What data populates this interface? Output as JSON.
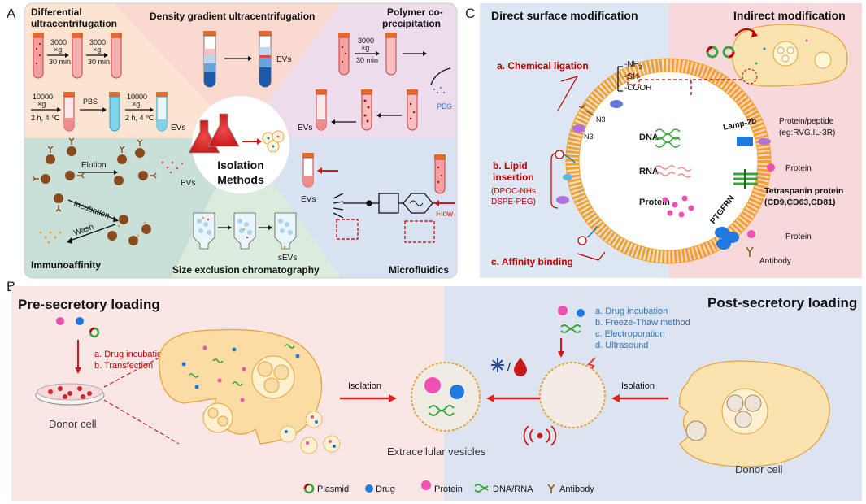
{
  "panel_a": {
    "letter": "A",
    "differential": {
      "title_l1": "Differential",
      "title_l2": "ultracentrifugation",
      "step1_a": "3000",
      "step1_b": "×g",
      "step1_c": "30 min",
      "step2_a": "3000",
      "step2_b": "×g",
      "step2_c": "30 min",
      "step3_a": "10000",
      "step3_b": "×g",
      "step3_c": "2 h, 4 ℃",
      "pbs": "PBS",
      "step4_a": "10000",
      "step4_b": "×g",
      "step4_c": "2 h, 4 ℃",
      "evs": "EVs"
    },
    "density": {
      "title": "Density gradient ultracentrifugation",
      "evs": "EVs"
    },
    "polymer": {
      "title_l1": "Polymer co-",
      "title_l2": "precipitation",
      "step_a": "3000",
      "step_b": "×g",
      "step_c": "30 min",
      "peg": "PEG",
      "evs": "EVs"
    },
    "center": {
      "l1": "Isolation",
      "l2": "Methods"
    },
    "immuno": {
      "title": "Immunoaffinity",
      "elution": "Elution",
      "evs": "EVs",
      "incubation": "Incubation",
      "wash": "Wash"
    },
    "sec": {
      "title": "Size exclusion chromatography",
      "sevs": "sEVs"
    },
    "micro": {
      "title": "Microfluidics",
      "evs": "EVs",
      "flow": "Flow"
    }
  },
  "panel_b": {
    "letter": "B",
    "pre_title": "Pre-secretory loading",
    "post_title": "Post-secretory loading",
    "pre_a": "a. Drug incubation",
    "pre_b": "b. Transfection",
    "donor_left": "Donor cell",
    "donor_right": "Donor cell",
    "isolation_left": "Isolation",
    "isolation_right": "Isolation",
    "ev_label": "Extracellular vesicles",
    "post_a": "a. Drug incubation",
    "post_b": "b. Freeze-Thaw method",
    "post_c": "c. Electroporation",
    "post_d": "d. Ultrasound",
    "legend": [
      {
        "label": "Plasmid",
        "icon": "plasmid-icon"
      },
      {
        "label": "Drug",
        "icon": "drug-icon"
      },
      {
        "label": "Protein",
        "icon": "protein-icon"
      },
      {
        "label": "DNA/RNA",
        "icon": "dna-icon"
      },
      {
        "label": "Antibody",
        "icon": "antibody-icon"
      }
    ]
  },
  "panel_c": {
    "letter": "C",
    "direct_title": "Direct surface modification",
    "indirect_title": "Indirect modification",
    "chem": "a. Chemical ligation",
    "nh2_pre": "-NH",
    "nh2_sub": "2",
    "sh": "-SH",
    "cooh": "-COOH",
    "n3_1": "N3",
    "n3_2": "N3",
    "lipid_l1": "b. Lipid",
    "lipid_l2": "insertion",
    "lipid_l3": "(DPOC-NHs,",
    "lipid_l4": "DSPE-PEG)",
    "affinity": "c. Affinity binding",
    "dna": "DNA",
    "rna": "RNA",
    "protein_in": "Protein",
    "lamp": "Lamp-2b",
    "peptide_l1": "Protein/peptide",
    "peptide_l2": "(eg:RVG,IL-3R)",
    "protein_r1": "Protein",
    "tetra_l1": "Tetraspanin protein",
    "tetra_l2": "(CD9,CD63,CD81)",
    "ptgfrn": "PTGFRN",
    "protein_r2": "Protein",
    "antibody": "Antibody"
  },
  "colors": {
    "red_text": "#c00000",
    "blue_text": "#2e75b6",
    "orange_membrane": "#f7a531",
    "cell_fill": "#fbe3b0",
    "drug_blue": "#1f7ae0",
    "protein_pink": "#f050b4"
  }
}
